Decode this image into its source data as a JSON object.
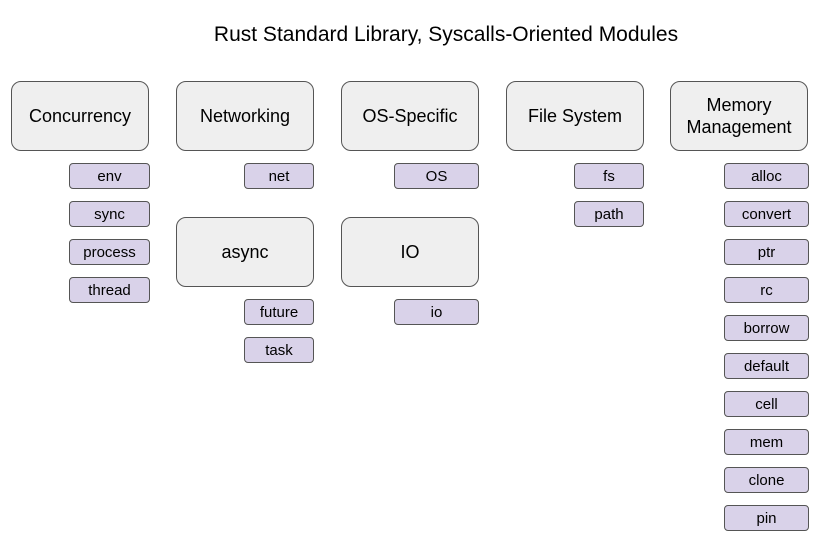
{
  "title": "Rust Standard Library, Syscalls-Oriented Modules",
  "categories": {
    "concurrency": {
      "label": "Concurrency",
      "modules": [
        "env",
        "sync",
        "process",
        "thread"
      ]
    },
    "networking": {
      "label": "Networking",
      "modules": [
        "net"
      ]
    },
    "os_specific": {
      "label": "OS-Specific",
      "modules": [
        "OS"
      ]
    },
    "file_system": {
      "label": "File System",
      "modules": [
        "fs",
        "path"
      ]
    },
    "memory_management": {
      "label": "Memory Management",
      "modules": [
        "alloc",
        "convert",
        "ptr",
        "rc",
        "borrow",
        "default",
        "cell",
        "mem",
        "clone",
        "pin"
      ]
    },
    "async": {
      "label": "async",
      "modules": [
        "future",
        "task"
      ]
    },
    "io": {
      "label": "IO",
      "modules": [
        "io"
      ]
    }
  },
  "colors": {
    "category_fill": "#efefef",
    "module_fill": "#d9d2e9",
    "border": "#555555"
  }
}
